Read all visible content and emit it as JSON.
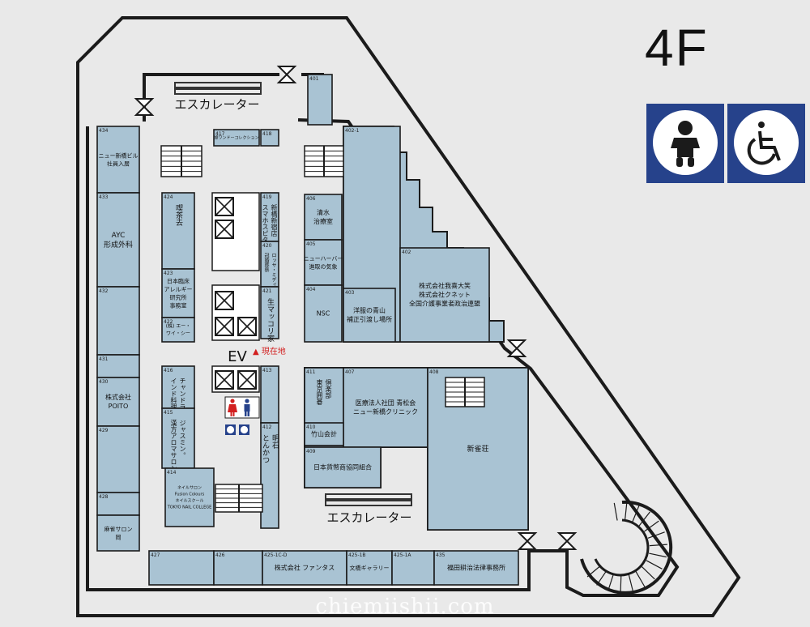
{
  "floor": "4F",
  "escalator_label": "エスカレーター",
  "ev_label": "EV",
  "here_label": "▲ 現在地",
  "watermark": "chiemiishii.com",
  "pictograms": [
    "baby-changing-icon",
    "wheelchair-icon"
  ],
  "colors": {
    "room": "#a9c3d3",
    "wall": "#1b1b1b",
    "here": "#d21f1f",
    "sign": "#26428b"
  },
  "rooms": {
    "r434": {
      "num": "434",
      "lines": [
        "ニュー新橋ビル",
        "社員入居"
      ]
    },
    "r433": {
      "num": "433",
      "lines": [
        "AYC",
        "形成外科"
      ]
    },
    "r432": {
      "num": "432",
      "lines": []
    },
    "r431": {
      "num": "431",
      "lines": []
    },
    "r430": {
      "num": "430",
      "lines": [
        "株式会社",
        "POITO"
      ]
    },
    "r429": {
      "num": "429",
      "lines": []
    },
    "r428": {
      "num": "428",
      "lines": []
    },
    "r428b": {
      "num": "",
      "lines": [
        "麻雀サロン",
        "岡"
      ]
    },
    "r427": {
      "num": "427",
      "lines": []
    },
    "r426": {
      "num": "426",
      "lines": []
    },
    "r425d": {
      "num": "425-1C-D",
      "lines": [
        "株式会社 ファンタス"
      ]
    },
    "r425b": {
      "num": "425-1B",
      "lines": [
        "文橋ギャラリー"
      ]
    },
    "r425a": {
      "num": "425-1A",
      "lines": []
    },
    "r435": {
      "num": "435",
      "lines": [
        "福田耕治法律事務所"
      ]
    },
    "r417": {
      "num": "417",
      "lines": [
        "旅ワンドーコレクション"
      ]
    },
    "r418": {
      "num": "418",
      "lines": []
    },
    "r419": {
      "num": "419",
      "lines": [
        "スマホスピタル",
        "新橋新宿店"
      ]
    },
    "r420": {
      "num": "420",
      "lines": [
        "冠婚葬祭",
        "ロッサ・ミディアン"
      ]
    },
    "r421": {
      "num": "421",
      "lines": [
        "生マッコリ家"
      ]
    },
    "r424": {
      "num": "424",
      "lines": [
        "喫茶去"
      ]
    },
    "r423": {
      "num": "423",
      "lines": [
        "日本臨床",
        "アレルギー",
        "研究所",
        "事務室"
      ]
    },
    "r422": {
      "num": "422",
      "lines": [
        "(株) エー・",
        "ワイ・シー"
      ]
    },
    "r416": {
      "num": "416",
      "lines": [
        "インド料理店",
        "チャンドラマ"
      ]
    },
    "r415": {
      "num": "415",
      "lines": [
        "漢方アロマサロン",
        "ジャスミン。"
      ]
    },
    "r414": {
      "num": "414",
      "lines": [
        "ネイルサロン",
        "Fusion Colours",
        "ネイルスクール",
        "TOKYO NAIL COLLEGE"
      ]
    },
    "r413": {
      "num": "413",
      "lines": []
    },
    "r412": {
      "num": "412",
      "lines": [
        "とんかつ",
        "明石"
      ]
    },
    "r401": {
      "num": "401",
      "lines": []
    },
    "r402_1": {
      "num": "402-1",
      "lines": []
    },
    "r406": {
      "num": "406",
      "lines": [
        "清水",
        "治療室"
      ]
    },
    "r405": {
      "num": "405",
      "lines": [
        "ニューハーバー",
        "進取の気象"
      ]
    },
    "r404": {
      "num": "404",
      "lines": [
        "NSC"
      ]
    },
    "r403": {
      "num": "403",
      "lines": [
        "洋服の青山",
        "補正引渡し場所"
      ]
    },
    "r402": {
      "num": "402",
      "lines": [
        "株式会社我喜大笑",
        "株式会社クネット",
        "全国介護事業者政治連盟"
      ]
    },
    "r411": {
      "num": "411",
      "lines": [
        "東京囲碁",
        "倶楽部"
      ]
    },
    "r407": {
      "num": "407",
      "lines": [
        "医療法人社団 青松会",
        "ニュー新橋クリニック"
      ]
    },
    "r410": {
      "num": "410",
      "lines": [
        "竹山会計"
      ]
    },
    "r409": {
      "num": "409",
      "lines": [
        "日本貨幣商協同組合"
      ]
    },
    "r408": {
      "num": "408",
      "lines": [
        "新雀荘"
      ]
    }
  }
}
